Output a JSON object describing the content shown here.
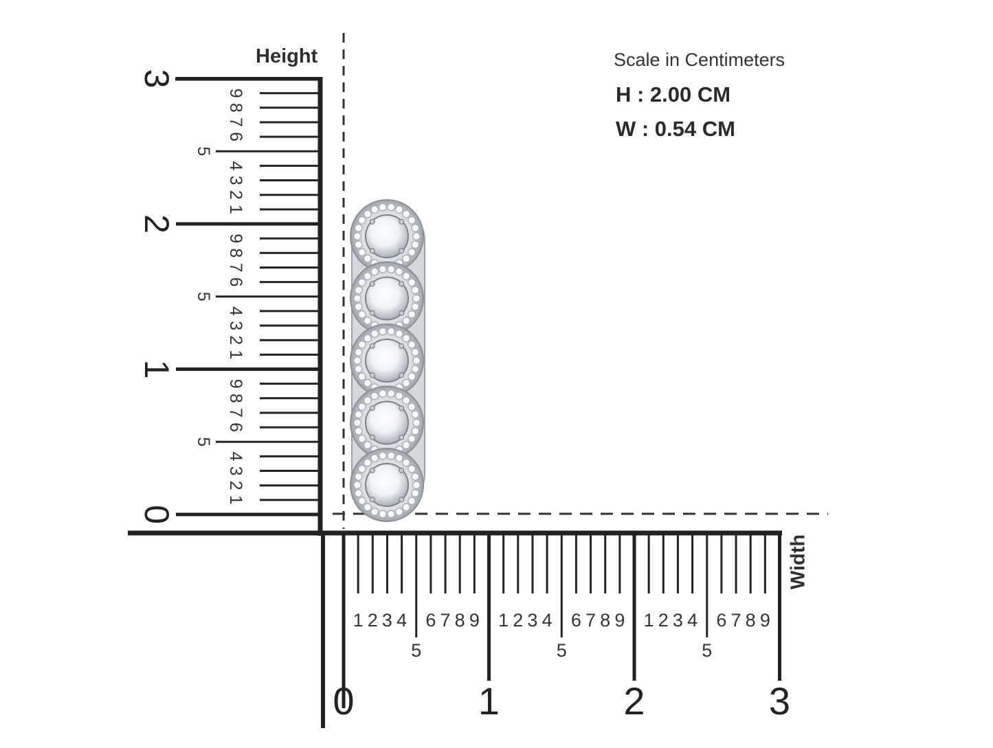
{
  "scale": {
    "title": "Scale in Centimeters",
    "height": "H : 2.00 CM",
    "width": "W : 0.54 CM"
  },
  "height_axis": {
    "title": "Height",
    "major_labels": [
      "0",
      "1",
      "2",
      "3"
    ],
    "minor_labels": [
      "1",
      "2",
      "3",
      "4",
      "5",
      "6",
      "7",
      "8",
      "9"
    ]
  },
  "width_axis": {
    "title": "Width",
    "major_labels": [
      "0",
      "1",
      "2",
      "3"
    ],
    "minor_labels": [
      "1",
      "2",
      "3",
      "4",
      "5",
      "6",
      "7",
      "8",
      "9"
    ]
  },
  "product": {
    "name": "diamond-halo-earring",
    "stone_count": 5,
    "metal_color": "#b8bcc2",
    "stone_color": "#f4f7fb"
  },
  "colors": {
    "ruler": "#222222",
    "text": "#333333",
    "guide": "#333333"
  }
}
